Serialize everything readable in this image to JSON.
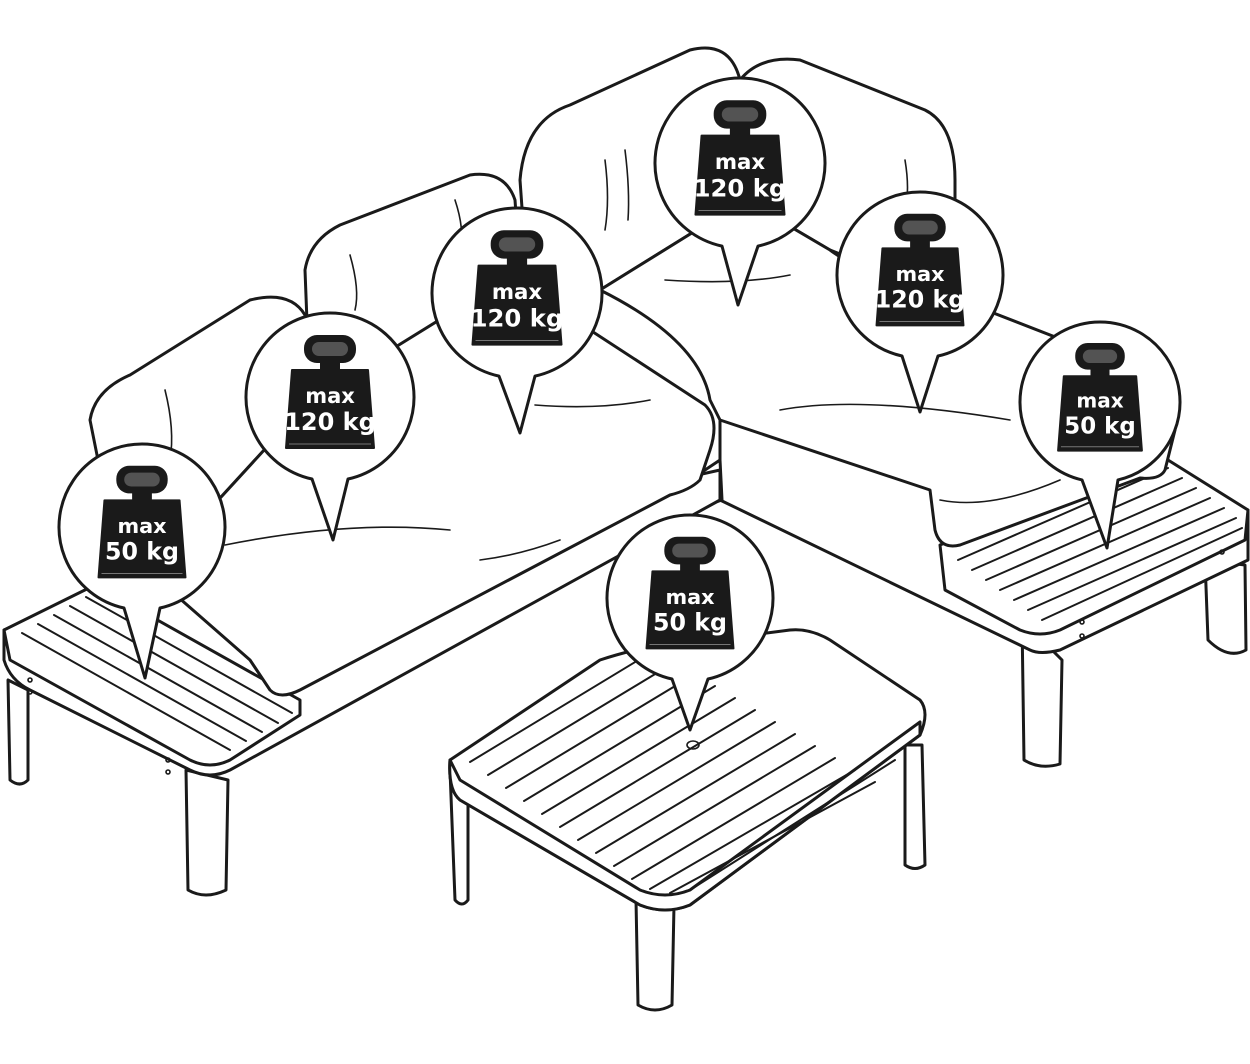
{
  "colors": {
    "line": "#1a1a1a",
    "weight_fill": "#1a1a1a",
    "weight_text": "#ffffff",
    "background": "#ffffff"
  },
  "callouts": [
    {
      "id": "left-side-table",
      "word": "max",
      "value": "50 kg",
      "icon": "weight-icon"
    },
    {
      "id": "left-sofa-seat-1",
      "word": "max",
      "value": "120 kg",
      "icon": "weight-icon"
    },
    {
      "id": "left-sofa-seat-2",
      "word": "max",
      "value": "120 kg",
      "icon": "weight-icon"
    },
    {
      "id": "corner-seat",
      "word": "max",
      "value": "120 kg",
      "icon": "weight-icon"
    },
    {
      "id": "right-sofa-seat",
      "word": "max",
      "value": "120 kg",
      "icon": "weight-icon"
    },
    {
      "id": "right-side-table",
      "word": "max",
      "value": "50 kg",
      "icon": "weight-icon"
    },
    {
      "id": "coffee-table",
      "word": "max",
      "value": "50 kg",
      "icon": "weight-icon"
    }
  ]
}
